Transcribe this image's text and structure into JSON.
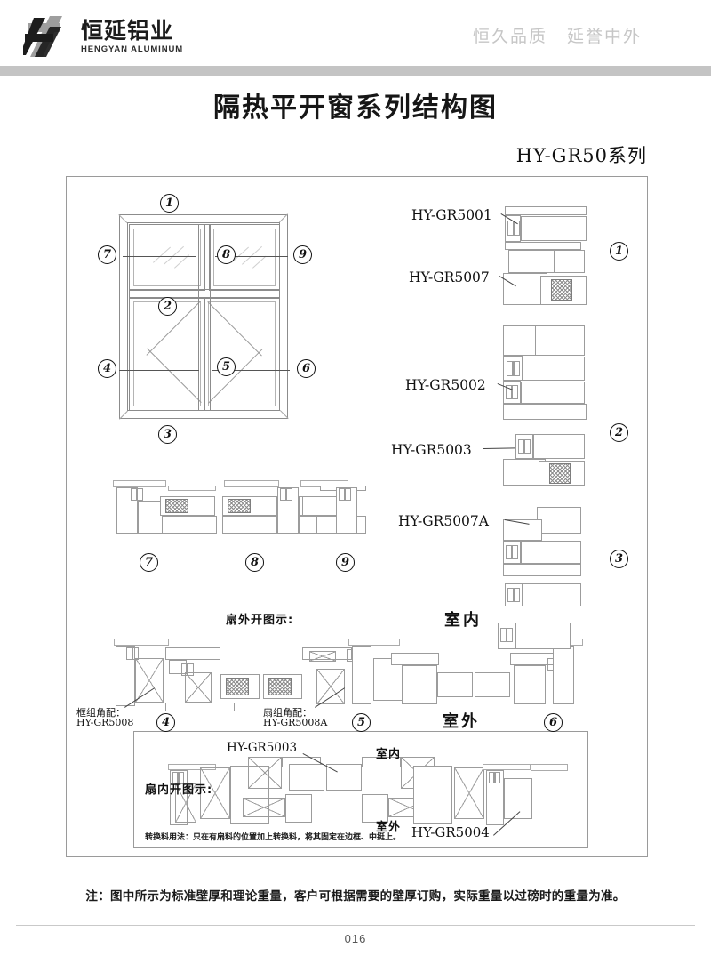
{
  "header": {
    "logo": {
      "icon": "hengyan-h-monogram",
      "company_cn": "恒延铝业",
      "company_en": "HENGYAN ALUMINUM",
      "mark_dark": "#1c1c1c",
      "mark_light": "#9e9e9e"
    },
    "tagline_left": "恒久品质",
    "tagline_right": "延誉中外",
    "rule_color": "#c4c4c4"
  },
  "title": "隔热平开窗系列结构图",
  "series": "HY-GR50系列",
  "window_elevation": {
    "callouts": [
      "1",
      "2",
      "3",
      "4",
      "5",
      "6",
      "7",
      "8",
      "9"
    ]
  },
  "profiles": {
    "right_column": {
      "codes": [
        "HY-GR5001",
        "HY-GR5007",
        "HY-GR5002",
        "HY-GR5003",
        "HY-GR5007A"
      ],
      "group_callouts": [
        "1",
        "2",
        "3"
      ]
    },
    "mid_strip_callouts": [
      "7",
      "8",
      "9"
    ],
    "outward_section": {
      "heading": "扇外开图示:",
      "frame_corner_label": "框组角配：",
      "frame_corner_code": "HY-GR5008",
      "sash_corner_label": "扇组角配：",
      "sash_corner_code": "HY-GR5008A",
      "indoor": "室内",
      "outdoor": "室外",
      "callouts": [
        "4",
        "5",
        "6"
      ]
    },
    "inward_section": {
      "heading": "扇内开图示:",
      "code_top": "HY-GR5003",
      "code_bottom": "HY-GR5004",
      "indoor": "室内",
      "outdoor": "室外",
      "note": "转换料用法：只在有扇料的位置加上转换料，将其固定在边框、中挺上。"
    }
  },
  "footnote": "注：图中所示为标准壁厚和理论重量，客户可根据需要的壁厚订购，实际重量以过磅时的重量为准。",
  "page_number": "016"
}
